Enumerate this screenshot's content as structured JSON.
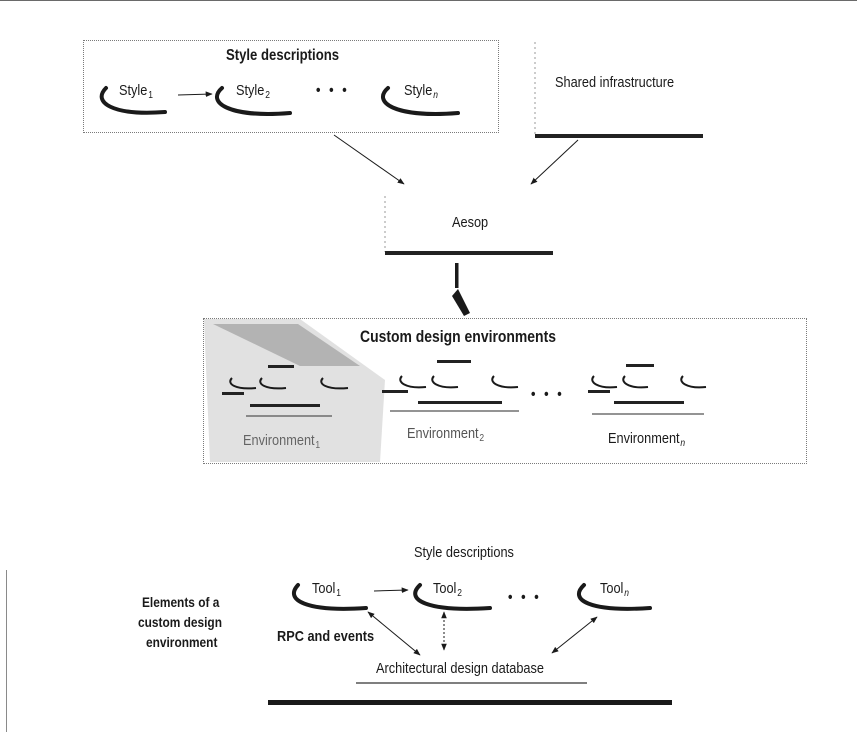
{
  "top": {
    "style_descriptions_title": "Style descriptions",
    "styles": [
      {
        "base": "Style",
        "sub": "1",
        "italic": false
      },
      {
        "base": "Style",
        "sub": "2",
        "italic": false
      },
      {
        "base": "Style",
        "sub": "n",
        "italic": true
      }
    ],
    "ellipsis": "• • •",
    "shared_infrastructure": "Shared infrastructure",
    "aesop": "Aesop",
    "custom_title": "Custom design environments",
    "environments": [
      {
        "base": "Environment",
        "sub": "1",
        "italic": false
      },
      {
        "base": "Environment",
        "sub": "2",
        "italic": false
      },
      {
        "base": "Environment",
        "sub": "n",
        "italic": true
      }
    ],
    "env_ellipsis": "• • •"
  },
  "bottom": {
    "style_descriptions_title": "Style descriptions",
    "tools": [
      {
        "base": "Tool",
        "sub": "1",
        "italic": false
      },
      {
        "base": "Tool",
        "sub": "2",
        "italic": false
      },
      {
        "base": "Tool",
        "sub": "n",
        "italic": true
      }
    ],
    "ellipsis": "• • •",
    "elements_label": [
      "Elements of a",
      "custom design",
      "environment"
    ],
    "rpc_label": "RPC and events",
    "database": "Architectural design database"
  }
}
